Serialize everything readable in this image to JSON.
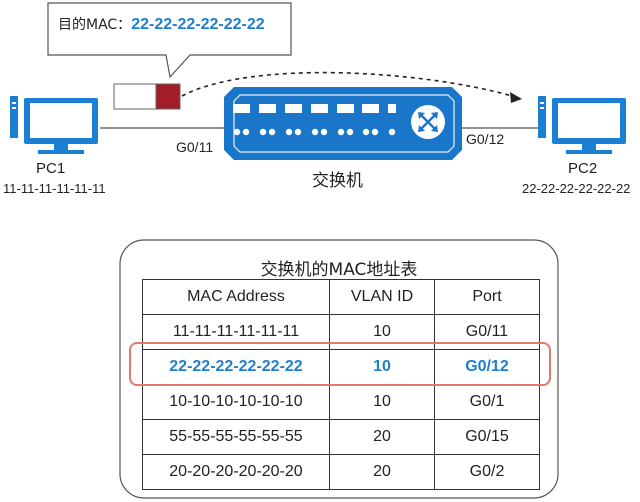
{
  "callout": {
    "label": "目的MAC：",
    "mac": "22-22-22-22-22-22"
  },
  "pc1": {
    "name": "PC1",
    "mac": "11-11-11-11-11-11",
    "port": "G0/11"
  },
  "pc2": {
    "name": "PC2",
    "mac": "22-22-22-22-22-22",
    "port": "G0/12"
  },
  "switch": {
    "name": "交换机"
  },
  "table": {
    "title": "交换机的MAC地址表",
    "headers": [
      "MAC Address",
      "VLAN ID",
      "Port"
    ],
    "rows": [
      [
        "11-11-11-11-11-11",
        "10",
        "G0/11"
      ],
      [
        "22-22-22-22-22-22",
        "10",
        "G0/12"
      ],
      [
        "10-10-10-10-10-10",
        "10",
        "G0/1"
      ],
      [
        "55-55-55-55-55-55",
        "20",
        "G0/15"
      ],
      [
        "20-20-20-20-20-20",
        "20",
        "G0/2"
      ]
    ],
    "highlighted_row": 1
  },
  "colors": {
    "pc_blue": "#1b7fd4",
    "switch_blue": "#1a76c8",
    "highlight_text": "#1f7fcf",
    "highlight_border": "#e27a6a",
    "frame_red": "#a31d28"
  }
}
